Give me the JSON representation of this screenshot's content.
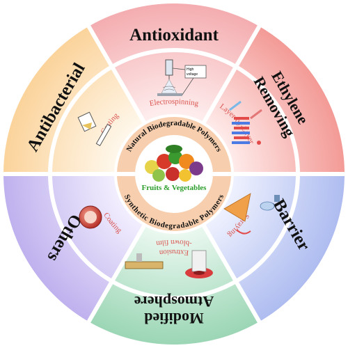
{
  "outer_categories": {
    "antioxidant": "Antioxidant",
    "ethylene_line1": "Ethylene",
    "ethylene_line2": "Removing",
    "barrier": "Barrier",
    "modified_line1": "Modified",
    "modified_line2": "Atmosphere",
    "others": "Others",
    "antibacterial": "Antibacterial"
  },
  "techniques": {
    "electrospinning": "Electrospinning",
    "layer_by_layer": "Layer-by-Layer",
    "spraying": "Spraying",
    "extrusion_line1": "Extrusion",
    "extrusion_line2": "-blown film",
    "coating": "Coating",
    "casting": "Casting"
  },
  "electrospinning_figure": {
    "voltage_label_line1": "High",
    "voltage_label_line2": "voltage"
  },
  "ring_labels": {
    "natural": "Natural Biodegradable Polymers",
    "synthetic": "Synthetic Biodegradable Polymers"
  },
  "center": {
    "label": "Fruits & Vegetables"
  },
  "colors": {
    "antioxidant": "#f5b7b9",
    "ethylene": "#f5a3a0",
    "barrier": "#b9c5f1",
    "modified": "#a9dcc0",
    "others": "#c9bdf0",
    "antibacterial": "#fbd9a6",
    "inner_ring": "#f7cfae",
    "technique_text": "#d9534f",
    "center_text": "#2a9d2a"
  }
}
